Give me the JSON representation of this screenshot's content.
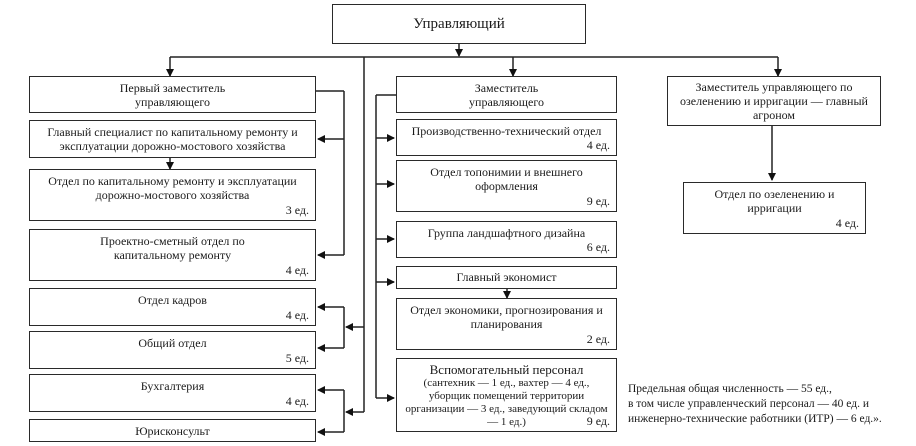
{
  "root": {
    "title": "Управляющий"
  },
  "left_branch": {
    "head": {
      "title": "Первый заместитель управляющего"
    },
    "items": [
      {
        "title": "Главный специалист по капитальному ремонту и эксплуатации дорожно-мостового хозяйства",
        "units": ""
      },
      {
        "title": "Отдел по капитальному ремонту и эксплуатации дорожно-мостового хозяйства",
        "units": "3 ед."
      },
      {
        "title": "Проектно-сметный отдел по капитальному ремонту",
        "units": "4 ед."
      },
      {
        "title": "Отдел кадров",
        "units": "4 ед."
      },
      {
        "title": "Общий отдел",
        "units": "5 ед."
      },
      {
        "title": "Бухгалтерия",
        "units": "4 ед."
      },
      {
        "title": "Юрисконсульт",
        "units": ""
      }
    ]
  },
  "middle_branch": {
    "head": {
      "title": "Заместитель управляющего"
    },
    "items": [
      {
        "title": "Производственно-технический отдел",
        "units": "4 ед."
      },
      {
        "title": "Отдел топонимии и внешнего оформления",
        "units": "9 ед."
      },
      {
        "title": "Группа ландшафтного дизайна",
        "units": "6 ед."
      },
      {
        "title": "Главный экономист",
        "units": ""
      },
      {
        "title": "Отдел экономики, прогнозирования и планирования",
        "units": "2 ед."
      },
      {
        "title": "Вспомогательный персонал",
        "subtitle": "(сантехник — 1 ед., вахтер — 4 ед., уборщик помещений территории организации — 3 ед., заведующий складом — 1 ед.)",
        "units": "9 ед."
      }
    ]
  },
  "right_branch": {
    "head": {
      "title": "Заместитель управляющего по озеленению и ирригации — главный агроном"
    },
    "items": [
      {
        "title": "Отдел по озеленению и ирригации",
        "units": "4 ед."
      }
    ]
  },
  "note": {
    "line1": "Предельная общая численность — 55 ед.,",
    "line2": "в том числе управленческий персонал — 40 ед. и",
    "line3": "инженерно-технические работники (ИТР) — 6 ед.»."
  }
}
